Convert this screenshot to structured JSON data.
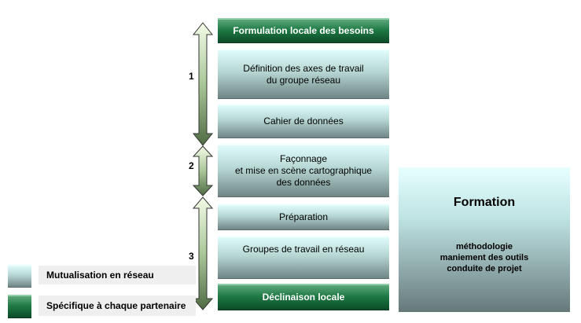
{
  "steps": [
    {
      "label": "Formulation locale des besoins",
      "kind": "specific"
    },
    {
      "label": "Définition des axes de travail\ndu groupe réseau",
      "kind": "mutual"
    },
    {
      "label": "Cahier de données",
      "kind": "mutual"
    },
    {
      "label": "Façonnage\net mise en scène cartographique\ndes données",
      "kind": "mutual"
    },
    {
      "label": "Préparation",
      "kind": "mutual"
    },
    {
      "label": "Groupes de travail en réseau",
      "kind": "mutual"
    },
    {
      "label": "Déclinaison locale",
      "kind": "specific"
    }
  ],
  "phases": [
    "1",
    "2",
    "3"
  ],
  "formation": {
    "title": "Formation",
    "items": [
      "méthodologie",
      "maniement des outils",
      "conduite de projet"
    ]
  },
  "legend": {
    "mutual": "Mutualisation en réseau",
    "specific": "Spécifique à chaque partenaire"
  },
  "colors": {
    "mutual": "#b6d6d4",
    "specific": "#1f7a45",
    "arrow_outline": "#333333"
  }
}
